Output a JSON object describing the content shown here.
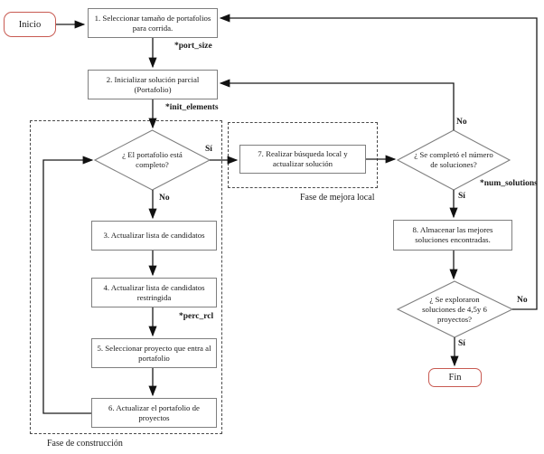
{
  "diagram": {
    "kind": "flowchart",
    "terminals": {
      "start": "Inicio",
      "end": "Fin"
    },
    "steps": {
      "s1": "1. Seleccionar tamaño de portafolios para corrida.",
      "s2": "2. Inicializar solución parcial (Portafolio)",
      "s3": "3. Actualizar lista de candidatos",
      "s4": "4. Actualizar lista de candidatos restringida",
      "s5": "5. Seleccionar proyecto que entra al portafolio",
      "s6": "6. Actualizar el portafolio de proyectos",
      "s7": "7. Realizar búsqueda local y actualizar solución",
      "s8": "8. Almacenar las mejores soluciones encontradas."
    },
    "decisions": {
      "d1": "¿ El portafolio está completo?",
      "d2": "¿ Se completó el número de soluciones?",
      "d3": "¿ Se exploraron soluciones de 4,5y 6 proyectos?"
    },
    "branch_labels": {
      "yes": "Sí",
      "no": "No"
    },
    "params": {
      "port_size": "*port_size",
      "init_elements": "*init_elements",
      "perc_rcl": "*perc_rcl",
      "num_solutions": "*num_solutions"
    },
    "phases": {
      "construction": "Fase de construcción",
      "local_improvement": "Fase de mejora local"
    },
    "colors": {
      "terminal_border": "#c85a52",
      "box_border": "#7f7f7f",
      "line": "#1a1a1a",
      "background": "#ffffff"
    }
  }
}
